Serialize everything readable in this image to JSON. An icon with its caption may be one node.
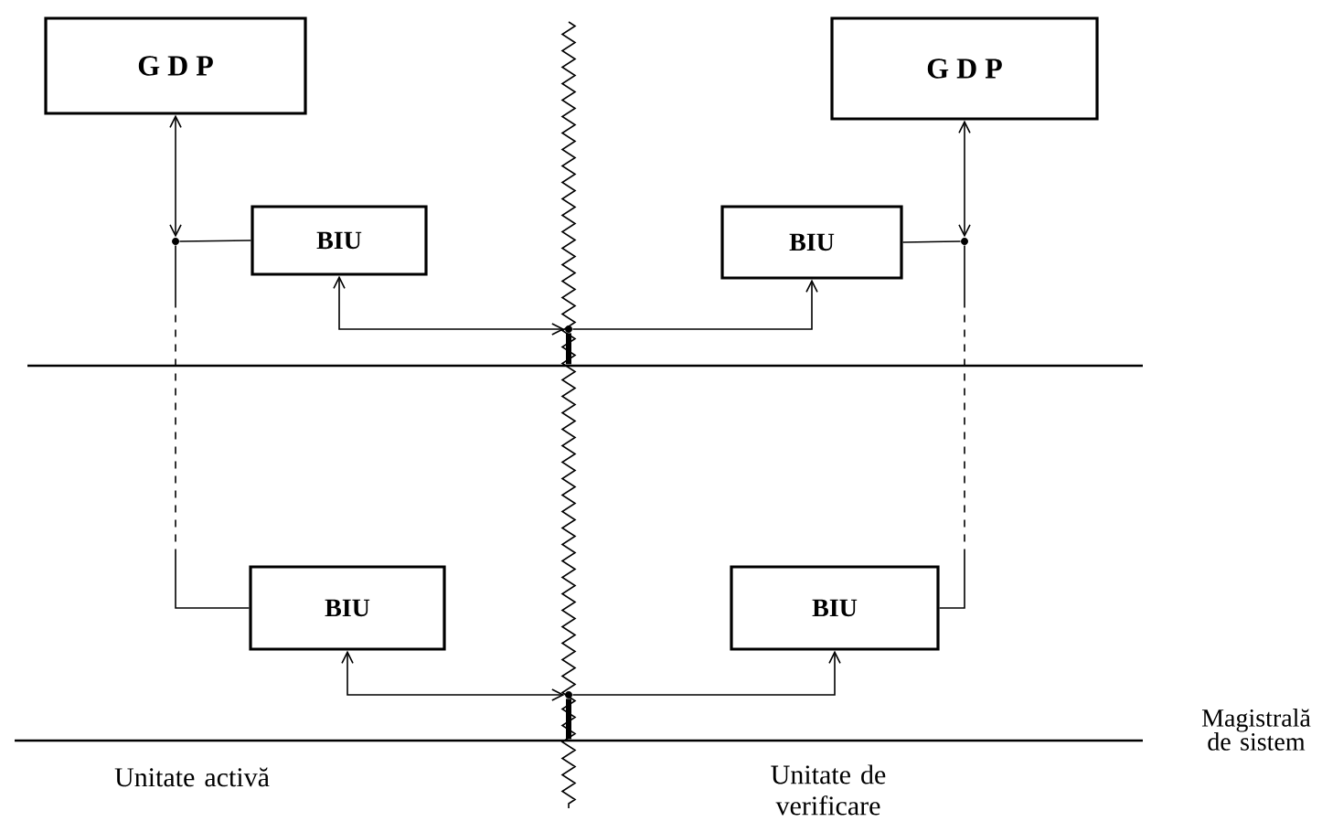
{
  "diagram": {
    "nodes": [
      {
        "text": [
          "G D P"
        ]
      },
      {
        "text": [
          "BIU"
        ]
      },
      {
        "text": [
          "G D P"
        ]
      },
      {
        "text": [
          "BIU"
        ]
      },
      {
        "text": [
          "BIU"
        ]
      },
      {
        "text": [
          "BIU"
        ]
      },
      {
        "text": [],
        "shape": "bar"
      },
      {
        "text": [],
        "shape": "bar",
        "beside": [
          "Magistrală de sistem"
        ]
      },
      {
        "text": [],
        "shape": "circle"
      },
      {
        "text": [],
        "shape": "circle"
      },
      {
        "text": [],
        "shape": "circle"
      },
      {
        "text": [],
        "shape": "circle"
      }
    ],
    "edges": [
      {
        "from": 0,
        "to": 8,
        "arrow": "both"
      },
      {
        "from": 8,
        "to": 1,
        "arrow": "none"
      },
      {
        "from": 8,
        "to": 4,
        "arrow": "none",
        "style": "dashed"
      },
      {
        "from": 2,
        "to": 9,
        "arrow": "both"
      },
      {
        "from": 9,
        "to": 3,
        "arrow": "none"
      },
      {
        "from": 9,
        "to": 5,
        "arrow": "none",
        "style": "dashed"
      },
      {
        "from": 1,
        "to": 10,
        "arrow": "both"
      },
      {
        "from": 10,
        "to": 3,
        "arrow": "to"
      },
      {
        "from": 10,
        "to": 6,
        "arrow": "none",
        "style": "thick"
      },
      {
        "from": 4,
        "to": 11,
        "arrow": "both"
      },
      {
        "from": 11,
        "to": 5,
        "arrow": "to"
      },
      {
        "from": 11,
        "to": 7,
        "arrow": "none",
        "style": "thick"
      }
    ],
    "labels": [
      "Unitate activă",
      "Unitate de verificare"
    ]
  }
}
